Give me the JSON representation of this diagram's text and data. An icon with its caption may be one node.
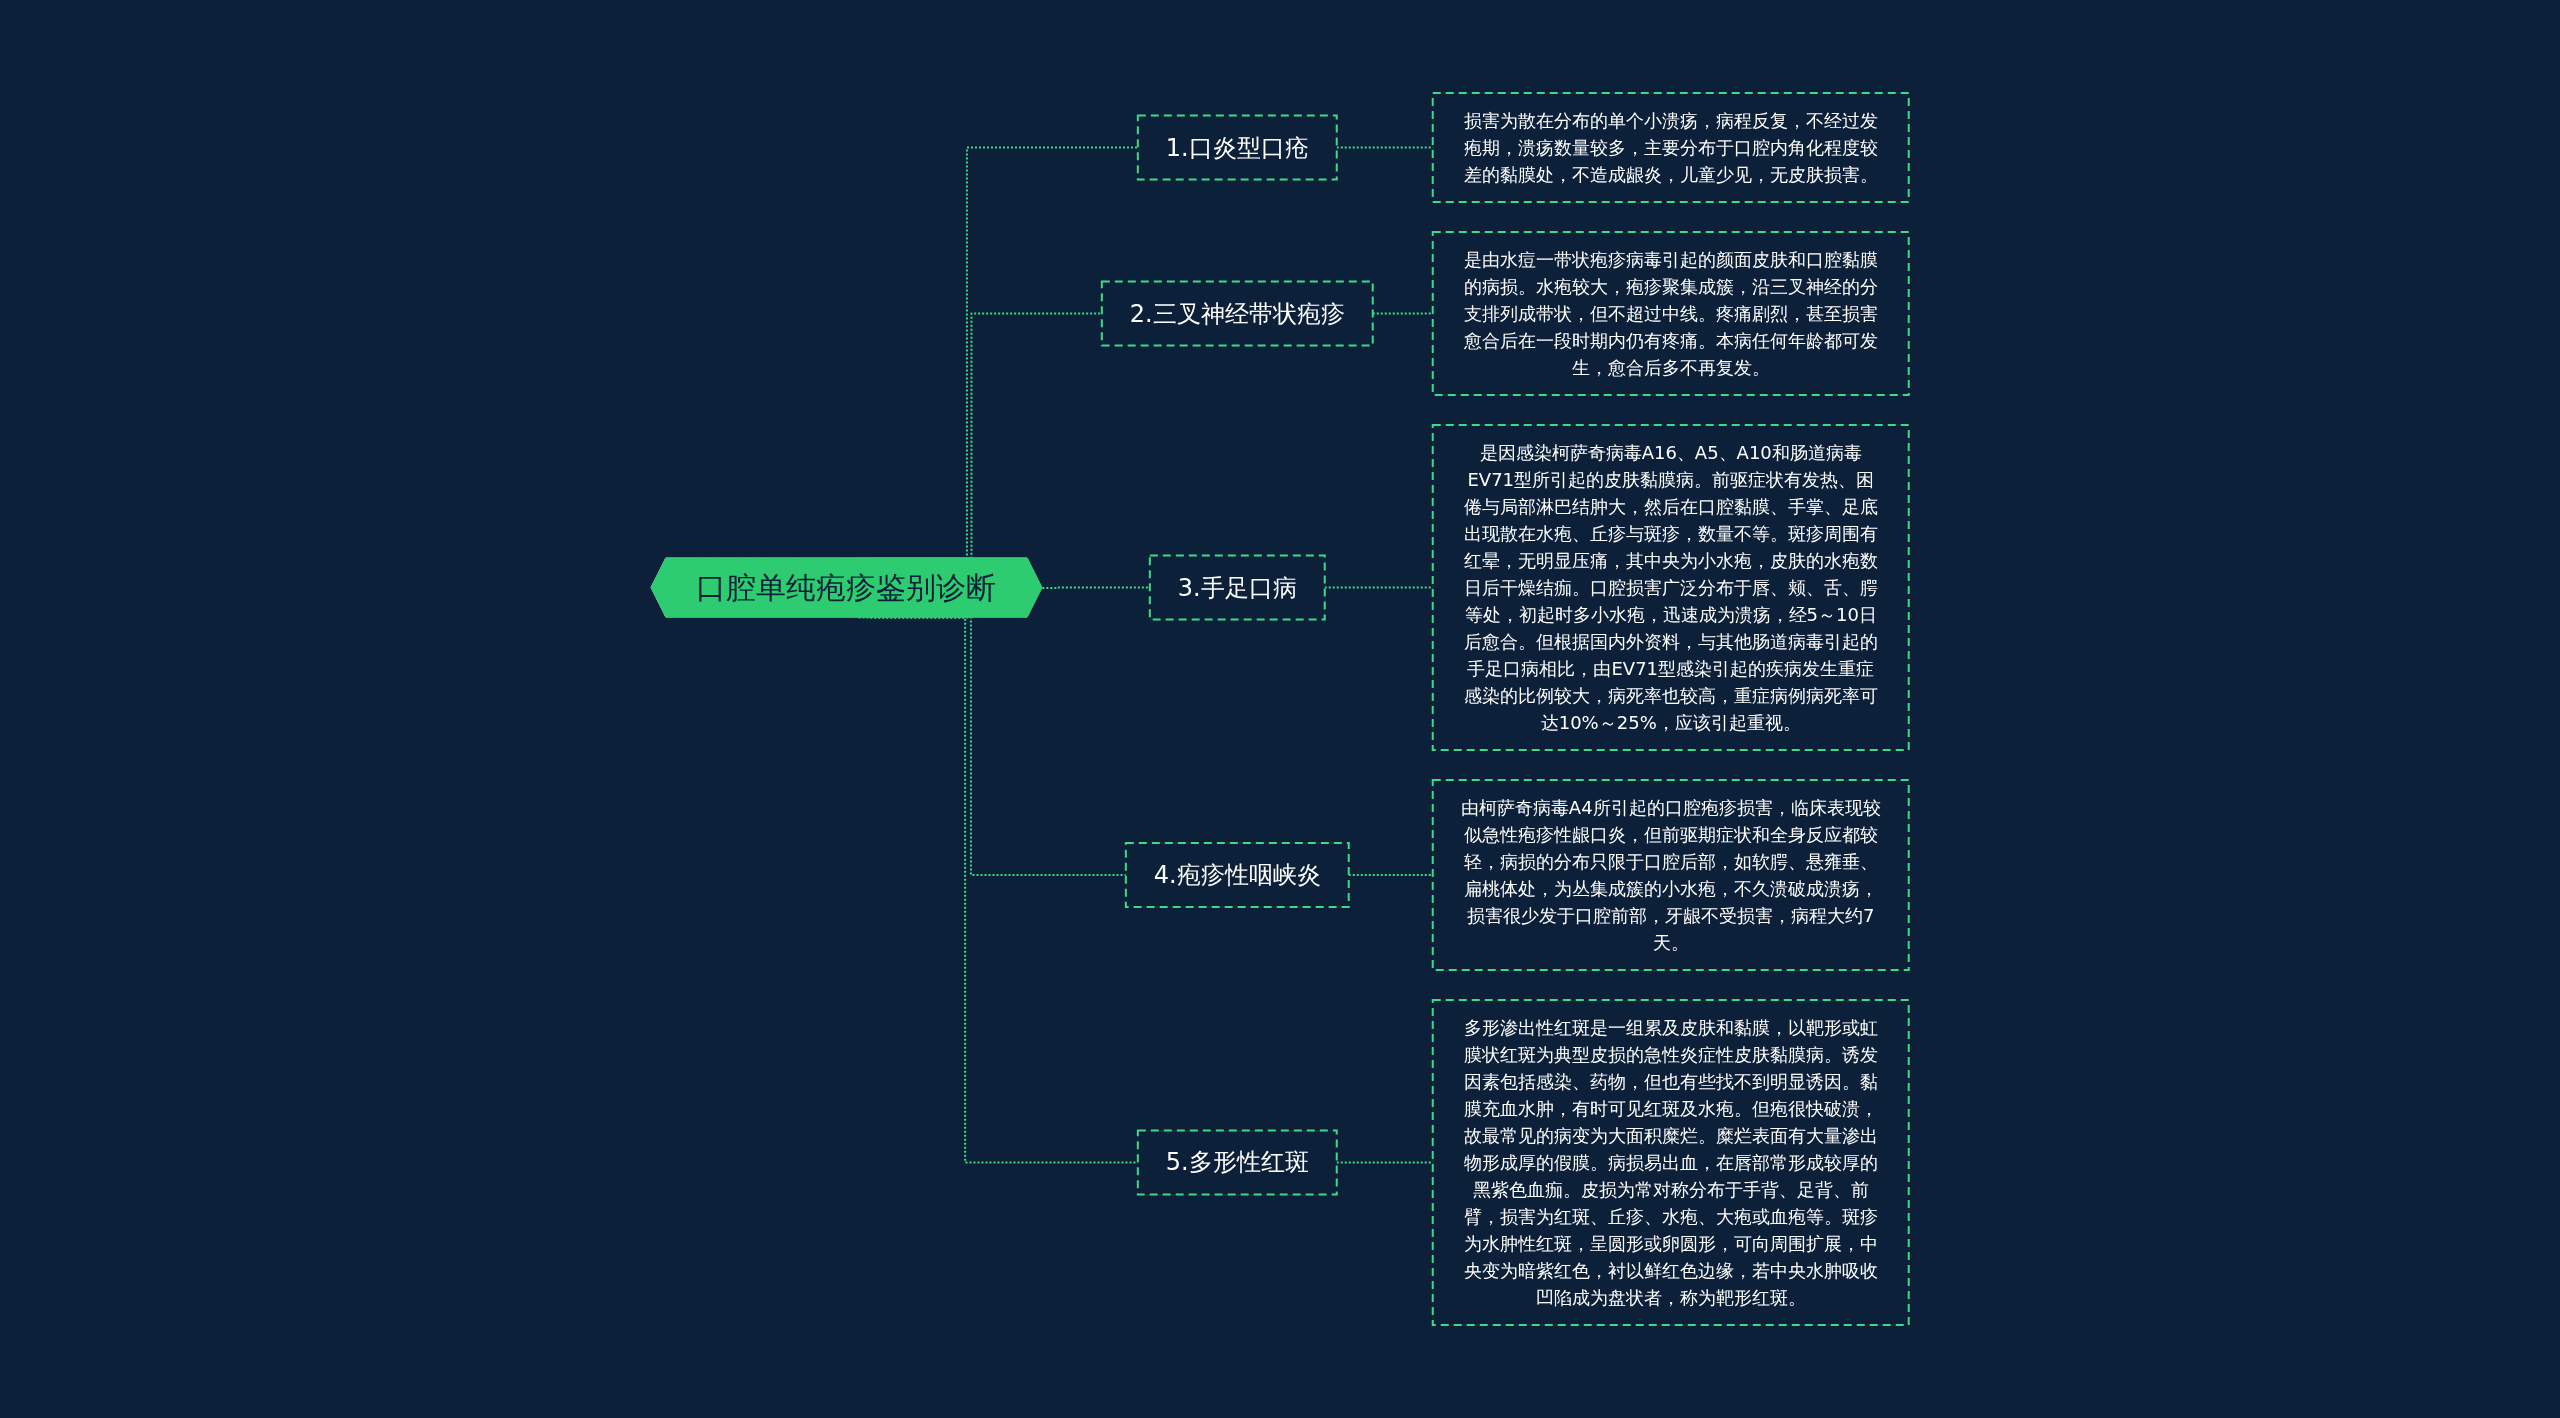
{
  "diagram": {
    "nodes": [
      {
        "text": [
          "口腔单纯疱疹鉴别诊断"
        ]
      },
      {
        "text": [
          "1.口炎型口疮"
        ]
      },
      {
        "text": [
          "损害为散在分布的单个小溃疡，病程反复，不经过发疱期，溃疡数量较多，主要分布于口腔内角化程度较差的黏膜处，不造成龈炎，儿童少见，无皮肤损害。"
        ]
      },
      {
        "text": [
          "2.三叉神经带状疱疹"
        ]
      },
      {
        "text": [
          "是由水痘一带状疱疹病毒引起的颜面皮肤和口腔黏膜的病损。水疱较大，疱疹聚集成簇，沿三叉神经的分支排列成带状，但不超过中线。疼痛剧烈，甚至损害愈合后在一段时期内仍有疼痛。本病任何年龄都可发生，愈合后多不再复发。"
        ]
      },
      {
        "text": [
          "3.手足口病"
        ]
      },
      {
        "text": [
          "是因感染柯萨奇病毒A16、A5、A10和肠道病毒EV71型所引起的皮肤黏膜病。前驱症状有发热、困倦与局部淋巴结肿大，然后在口腔黏膜、手掌、足底出现散在水疱、丘疹与斑疹，数量不等。斑疹周围有红晕，无明显压痛，其中央为小水疱，皮肤的水疱数日后干燥结痂。口腔损害广泛分布于唇、颊、舌、腭等处，初起时多小水疱，迅速成为溃疡，经5～10日后愈合。但根据国内外资料，与其他肠道病毒引起的手足口病相比，由EV71型感染引起的疾病发生重症感染的比例较大，病死率也较高，重症病例病死率可达10%～25%，应该引起重视。"
        ]
      },
      {
        "text": [
          "4.疱疹性咽峡炎"
        ]
      },
      {
        "text": [
          "由柯萨奇病毒A4所引起的口腔疱疹损害，临床表现较似急性疱疹性龈口炎，但前驱期症状和全身反应都较轻，病损的分布只限于口腔后部，如软腭、悬雍垂、扁桃体处，为丛集成簇的小水疱，不久溃破成溃疡，损害很少发于口腔前部，牙龈不受损害，病程大约7天。"
        ]
      },
      {
        "text": [
          "5.多形性红斑"
        ]
      },
      {
        "text": [
          "多形渗出性红斑是一组累及皮肤和黏膜，以靶形或虹膜状红斑为典型皮损的急性炎症性皮肤黏膜病。诱发因素包括感染、药物，但也有些找不到明显诱因。黏膜充血水肿，有时可见红斑及水疱。但疱很快破溃，故最常见的病变为大面积糜烂。糜烂表面有大量渗出物形成厚的假膜。病损易出血，在唇部常形成较厚的黑紫色血痂。皮损为常对称分布于手背、足背、前臂，损害为红斑、丘疹、水疱、大疱或血疱等。斑疹为水肿性红斑，呈圆形或卵圆形，可向周围扩展，中央变为暗紫红色，衬以鲜红色边缘，若中央水肿吸收凹陷成为盘状者，称为靶形红斑。"
        ]
      }
    ],
    "edges": [
      {
        "from": 0,
        "to": 1,
        "arrow": "none",
        "style": "dashed"
      },
      {
        "from": 1,
        "to": 2,
        "arrow": "none",
        "style": "dashed"
      },
      {
        "from": 0,
        "to": 3,
        "arrow": "none",
        "style": "dashed"
      },
      {
        "from": 3,
        "to": 4,
        "arrow": "none",
        "style": "dashed"
      },
      {
        "from": 0,
        "to": 5,
        "arrow": "none",
        "style": "dashed"
      },
      {
        "from": 5,
        "to": 6,
        "arrow": "none",
        "style": "dashed"
      },
      {
        "from": 0,
        "to": 7,
        "arrow": "none",
        "style": "dashed"
      },
      {
        "from": 7,
        "to": 8,
        "arrow": "none",
        "style": "dashed"
      },
      {
        "from": 0,
        "to": 9,
        "arrow": "none",
        "style": "dashed"
      },
      {
        "from": 9,
        "to": 10,
        "arrow": "none",
        "style": "dashed"
      }
    ]
  }
}
